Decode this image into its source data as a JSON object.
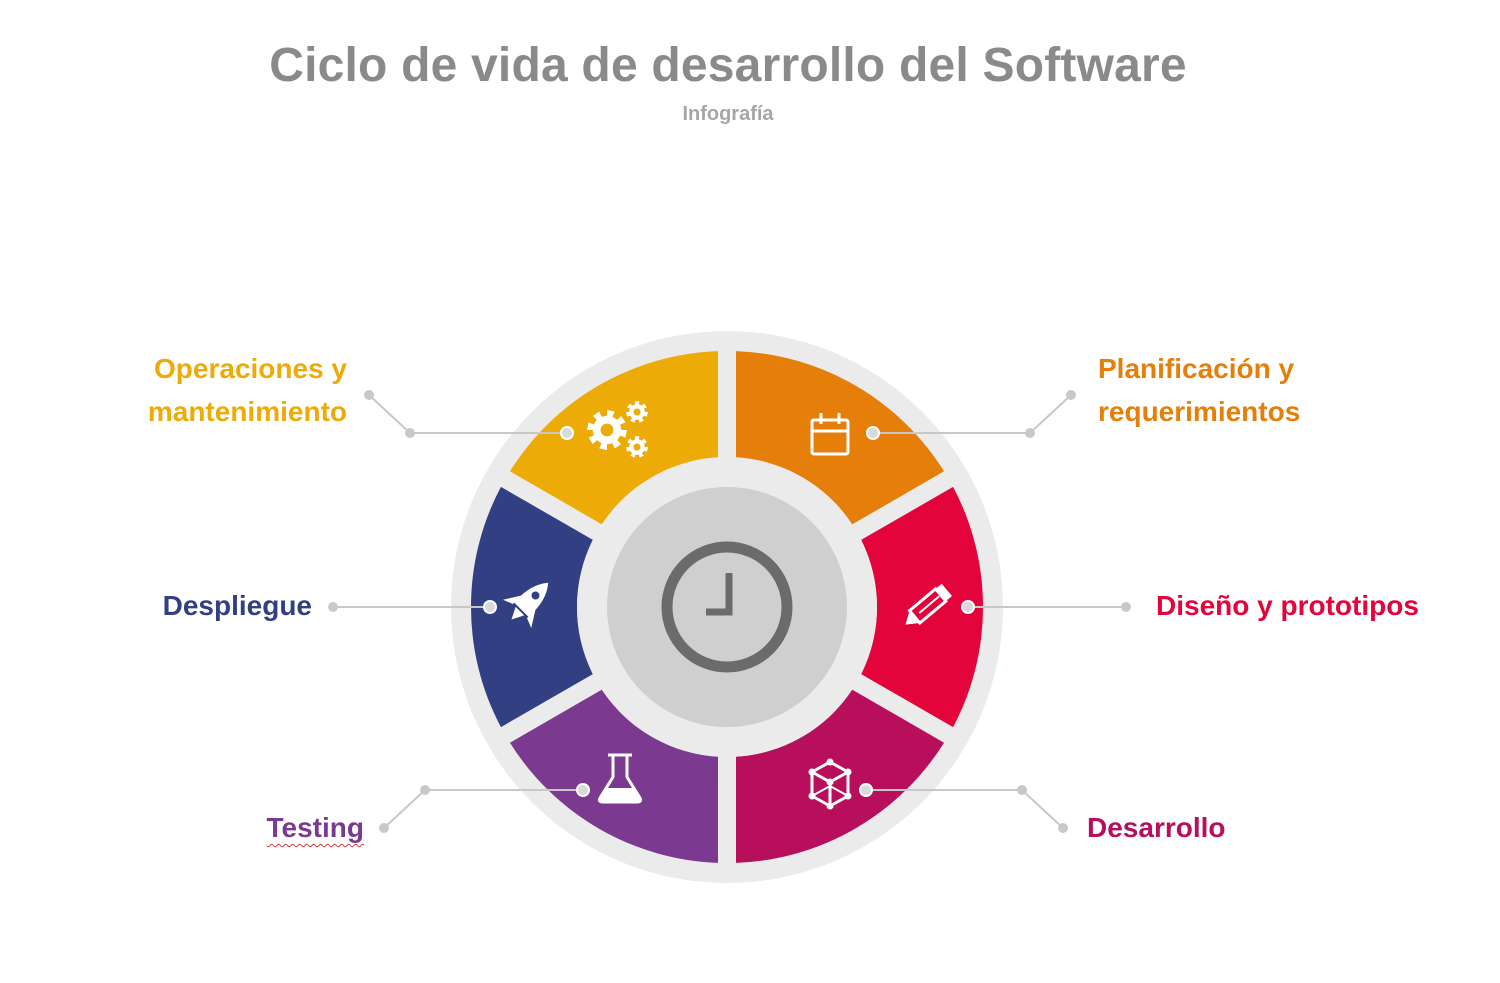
{
  "title": "Ciclo de vida de desarrollo del Software",
  "subtitle": "Infografía",
  "center": {
    "icon": "clock-icon",
    "ring_color": "#6b6b6b",
    "fill_color": "#cfcfcf"
  },
  "phases": [
    {
      "key": "planificacion",
      "lines": [
        "Planificación y",
        "requerimientos"
      ],
      "color": "#e57f0a",
      "icon": "calendar-icon"
    },
    {
      "key": "diseno",
      "lines": [
        "Diseño y prototipos"
      ],
      "color": "#e2043a",
      "icon": "pencil-icon"
    },
    {
      "key": "desarrollo",
      "lines": [
        "Desarrollo"
      ],
      "color": "#b70f5c",
      "icon": "cube-icon"
    },
    {
      "key": "testing",
      "lines": [
        "Testing"
      ],
      "color": "#7b3a8f",
      "icon": "flask-icon"
    },
    {
      "key": "despliegue",
      "lines": [
        "Despliegue"
      ],
      "color": "#323f82",
      "icon": "rocket-icon"
    },
    {
      "key": "operaciones",
      "lines": [
        "Operaciones y",
        "mantenimiento"
      ],
      "color": "#edab08",
      "icon": "gears-icon"
    }
  ]
}
